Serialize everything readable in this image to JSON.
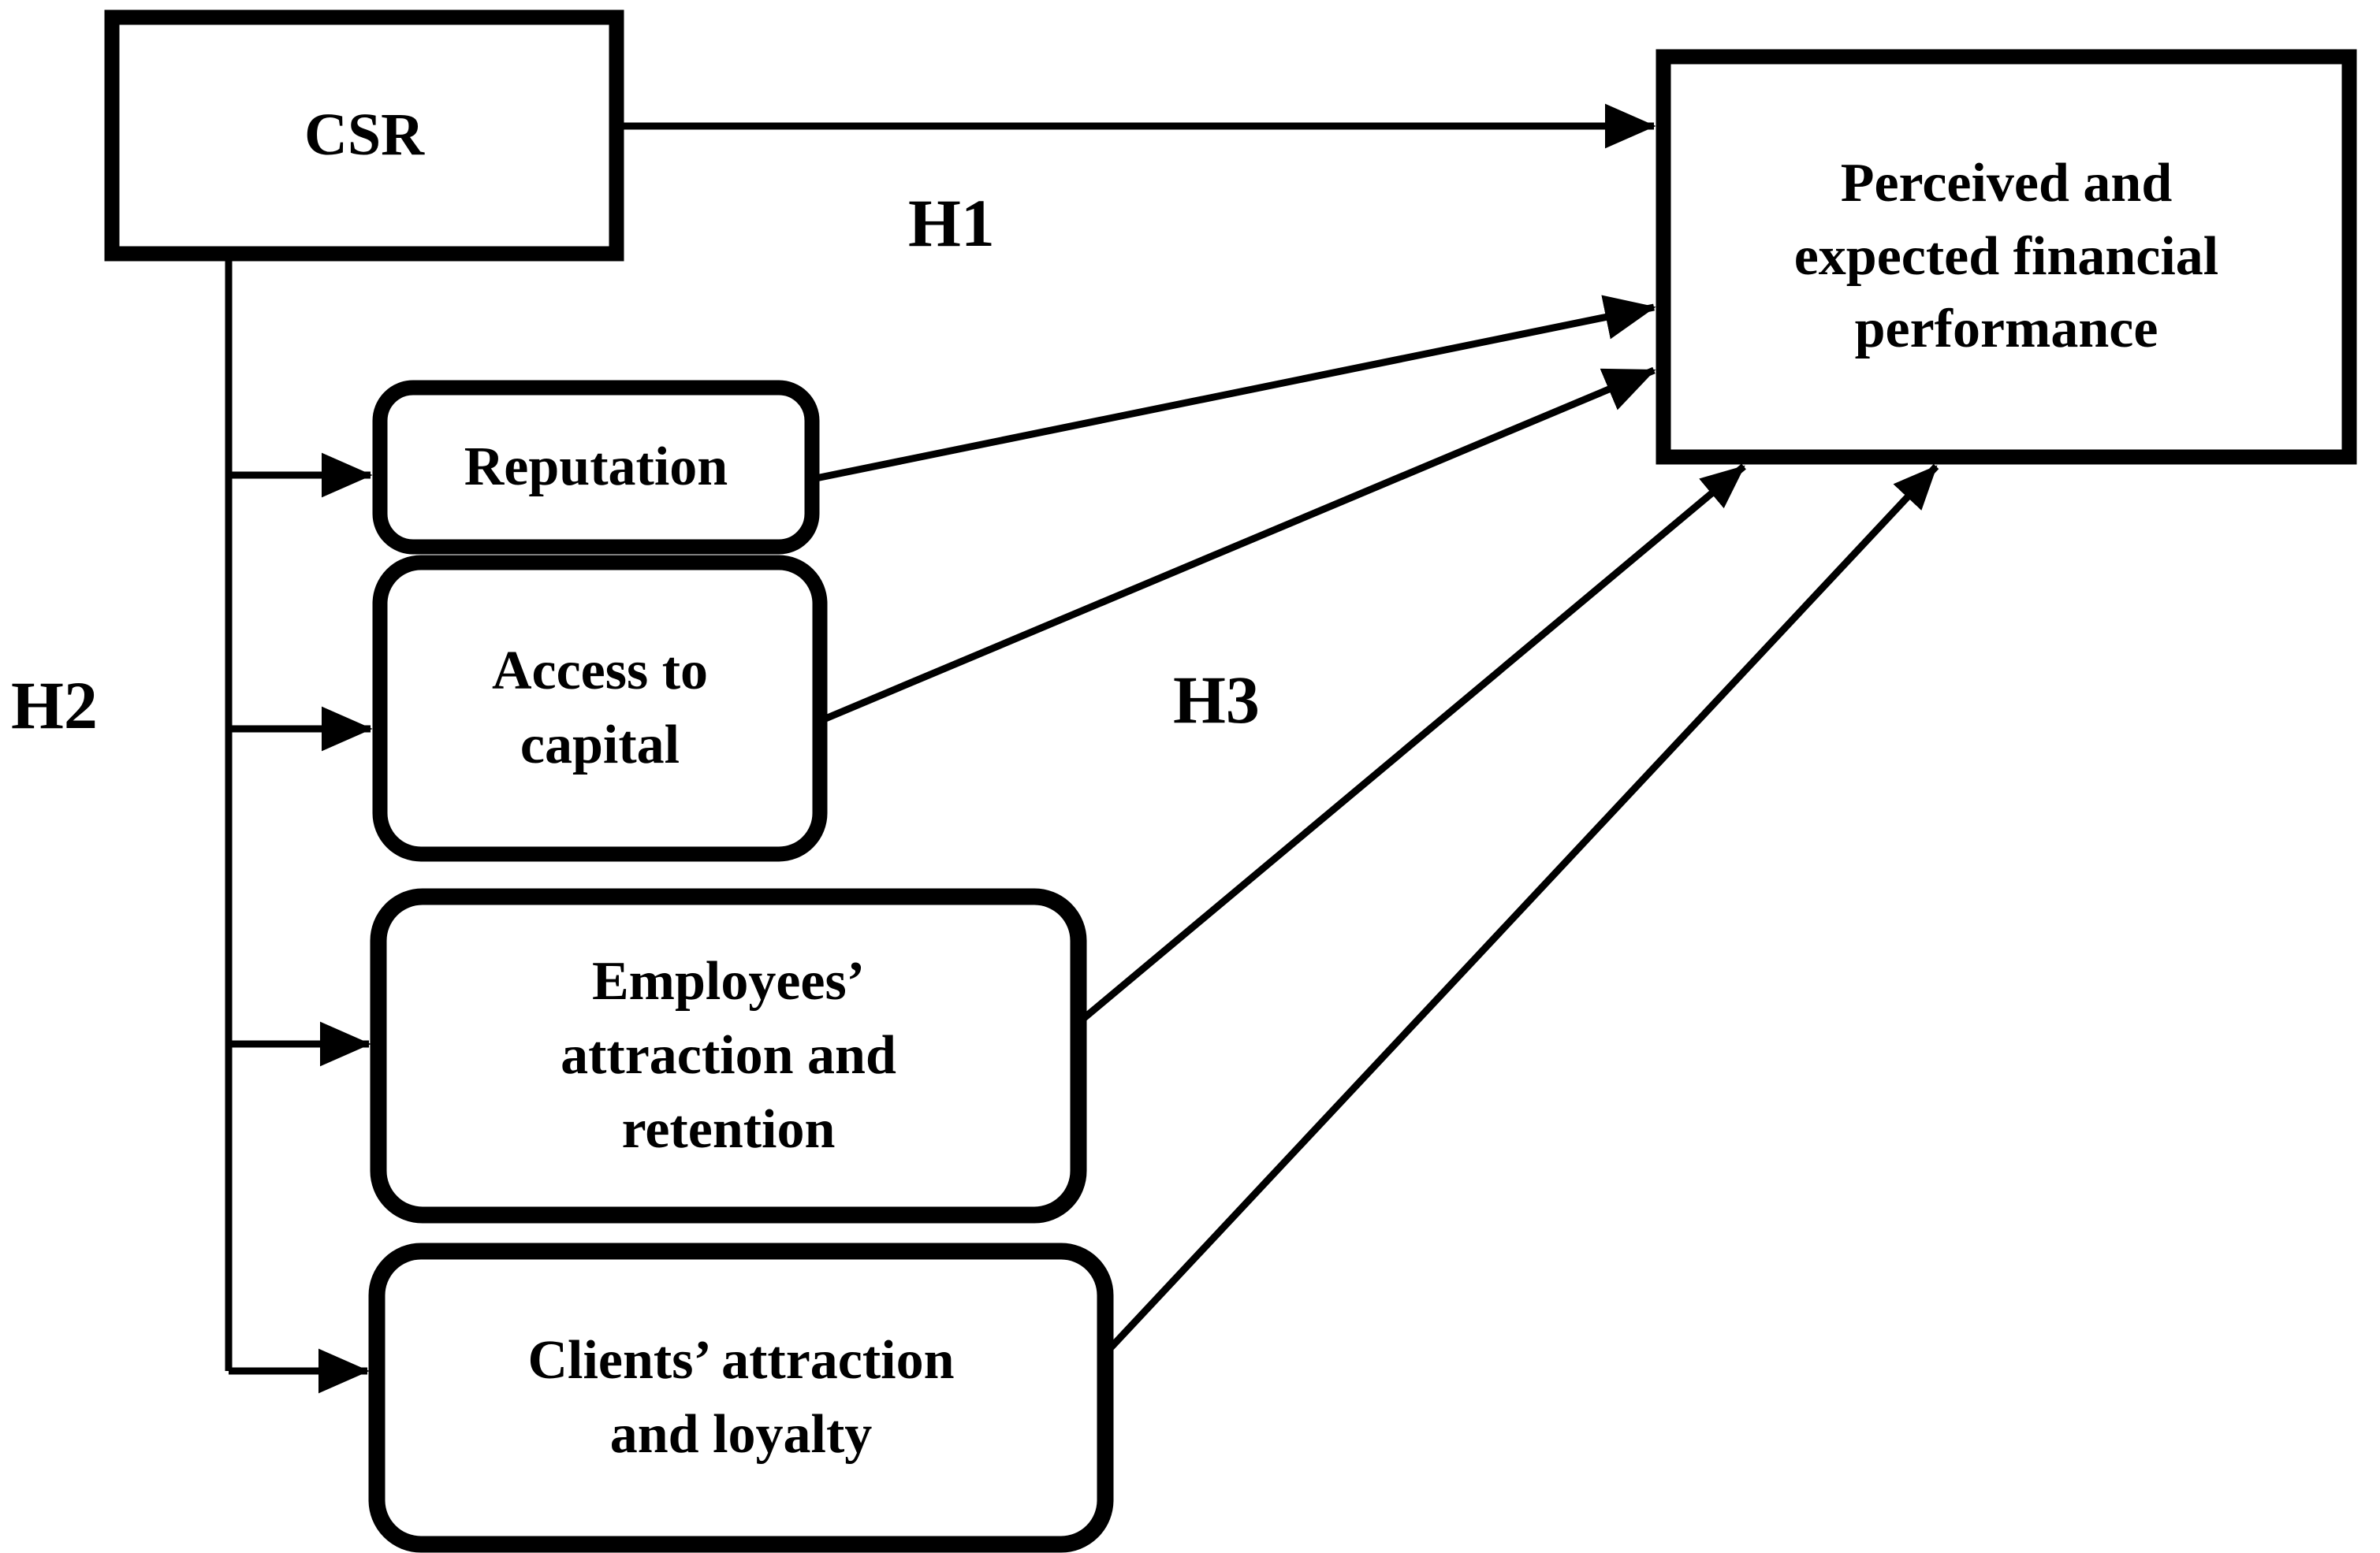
{
  "figure": {
    "type": "conceptual-model-diagram",
    "background_color": "#ffffff",
    "stroke_color": "#000000"
  },
  "nodes": {
    "csr": {
      "label": "CSR",
      "shape": "rectangle"
    },
    "reputation": {
      "label": "Reputation",
      "shape": "rounded-rectangle"
    },
    "access_to_capital": {
      "label": "Access to\ncapital",
      "shape": "rounded-rectangle"
    },
    "employees": {
      "label": "Employees’\nattraction and\nretention",
      "shape": "rounded-rectangle"
    },
    "clients": {
      "label": "Clients’ attraction\nand loyalty",
      "shape": "rounded-rectangle"
    },
    "outcome": {
      "label": "Perceived and\nexpected financial\nperformance",
      "shape": "rectangle"
    }
  },
  "hypotheses": {
    "h1": {
      "label": "H1",
      "from": "csr",
      "to": "outcome"
    },
    "h2": {
      "label": "H2",
      "from": "csr",
      "to": "mediators"
    },
    "h3": {
      "label": "H3",
      "from": "mediators",
      "to": "outcome"
    }
  },
  "edges": [
    {
      "name": "csr-to-outcome",
      "from": "csr",
      "to": "outcome",
      "hypothesis": "H1"
    },
    {
      "name": "csr-to-reputation",
      "from": "csr",
      "to": "reputation",
      "hypothesis": "H2"
    },
    {
      "name": "csr-to-access-to-capital",
      "from": "csr",
      "to": "access_to_capital",
      "hypothesis": "H2"
    },
    {
      "name": "csr-to-employees",
      "from": "csr",
      "to": "employees",
      "hypothesis": "H2"
    },
    {
      "name": "csr-to-clients",
      "from": "csr",
      "to": "clients",
      "hypothesis": "H2"
    },
    {
      "name": "reputation-to-outcome",
      "from": "reputation",
      "to": "outcome",
      "hypothesis": "H3"
    },
    {
      "name": "access-to-capital-to-outcome",
      "from": "access_to_capital",
      "to": "outcome",
      "hypothesis": "H3"
    },
    {
      "name": "employees-to-outcome",
      "from": "employees",
      "to": "outcome",
      "hypothesis": "H3"
    },
    {
      "name": "clients-to-outcome",
      "from": "clients",
      "to": "outcome",
      "hypothesis": "H3"
    }
  ]
}
